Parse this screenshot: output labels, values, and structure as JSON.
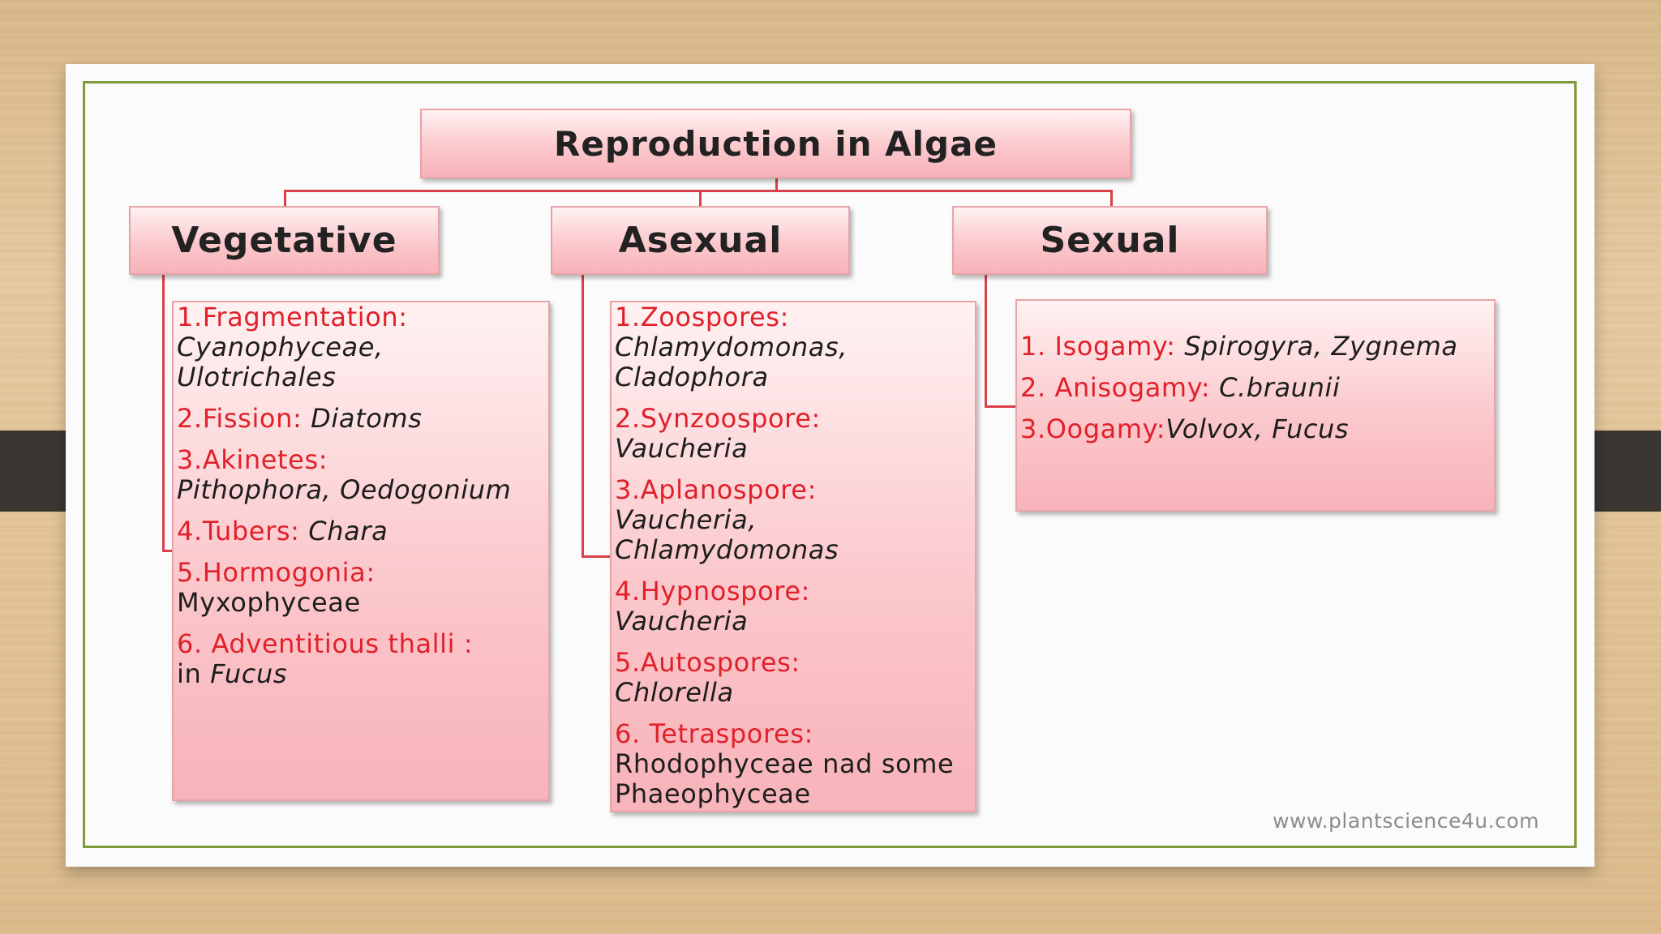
{
  "title": "Reproduction in Algae",
  "columns": [
    {
      "heading": "Vegetative",
      "items": [
        {
          "label": "1.Fragmentation:",
          "text": "Cyanophyceae, Ulotrichales",
          "italic": true
        },
        {
          "label": "2.Fission:",
          "text": "Diatoms",
          "italic": true
        },
        {
          "label": "3.Akinetes:",
          "text": "Pithophora, Oedogonium",
          "italic": true
        },
        {
          "label": "4.Tubers:",
          "text": "Chara",
          "italic": true
        },
        {
          "label": "5.Hormogonia:",
          "text": "Myxophyceae",
          "italic": false
        },
        {
          "label": "6. Adventitious thalli :",
          "prefix": "in",
          "text": "Fucus",
          "italic": true
        }
      ]
    },
    {
      "heading": "Asexual",
      "items": [
        {
          "label": "1.Zoospores:",
          "text": "Chlamydomonas, Cladophora",
          "italic": true
        },
        {
          "label": "2.Synzoospore:",
          "text": "Vaucheria",
          "italic": true
        },
        {
          "label": "3.Aplanospore:",
          "text": "Vaucheria, Chlamydomonas",
          "italic": true
        },
        {
          "label": "4.Hypnospore:",
          "text": "Vaucheria",
          "italic": true
        },
        {
          "label": "5.Autospores:",
          "text": "Chlorella",
          "italic": true
        },
        {
          "label": "6. Tetraspores:",
          "text": "Rhodophyceae nad some Phaeophyceae",
          "italic": false
        }
      ]
    },
    {
      "heading": "Sexual",
      "items": [
        {
          "label": "1. Isogamy:",
          "text": "Spirogyra, Zygnema",
          "italic": true
        },
        {
          "label": "2. Anisogamy:",
          "text": "C.braunii",
          "italic": true
        },
        {
          "label": "3.Oogamy:",
          "text": "Volvox, Fucus",
          "italic": true
        }
      ]
    }
  ],
  "credit": "www.plantscience4u.com",
  "colors": {
    "label": "#e0202a",
    "connector": "#d9404a",
    "frame": "#7f9a3a"
  }
}
